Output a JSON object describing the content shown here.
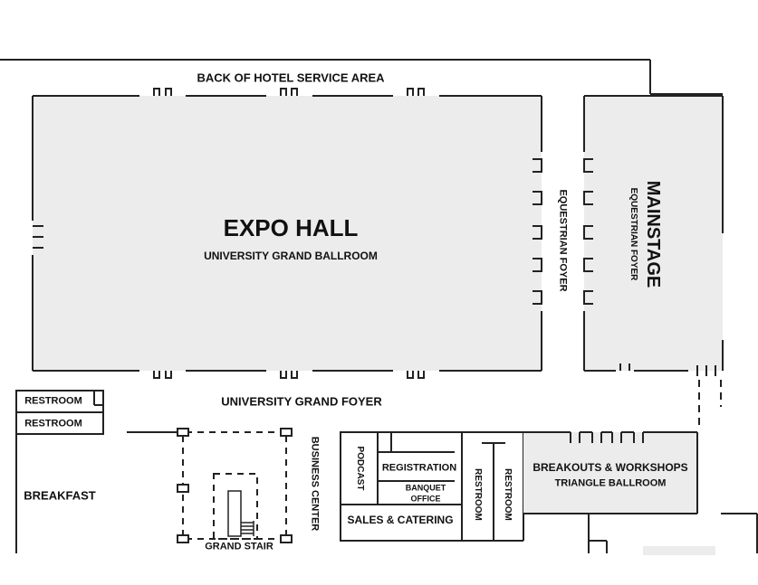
{
  "map": {
    "top_label": "BACK OF HOTEL SERVICE AREA",
    "expo": {
      "title": "EXPO HALL",
      "subtitle": "UNIVERSITY GRAND BALLROOM"
    },
    "equestrian_foyer_left": "EQUESTRIAN FOYER",
    "mainstage": {
      "title": "MAINSTAGE",
      "subtitle": "EQUESTRIAN FOYER"
    },
    "grand_foyer": "UNIVERSITY GRAND FOYER",
    "restroom_top": "RESTROOM",
    "restroom_bottom": "RESTROOM",
    "breakfast": "BREAKFAST",
    "grand_stair": "GRAND STAIR",
    "business_center": "BUSINESS CENTER",
    "podcast": "PODCAST",
    "registration": "REGISTRATION",
    "banquet_office_line1": "BANQUET",
    "banquet_office_line2": "OFFICE",
    "sales_catering": "SALES & CATERING",
    "restroom_v1": "RESTROOM",
    "restroom_v2": "RESTROOM",
    "breakouts": {
      "title": "BREAKOUTS & WORKSHOPS",
      "subtitle": "TRIANGLE BALLROOM"
    }
  }
}
